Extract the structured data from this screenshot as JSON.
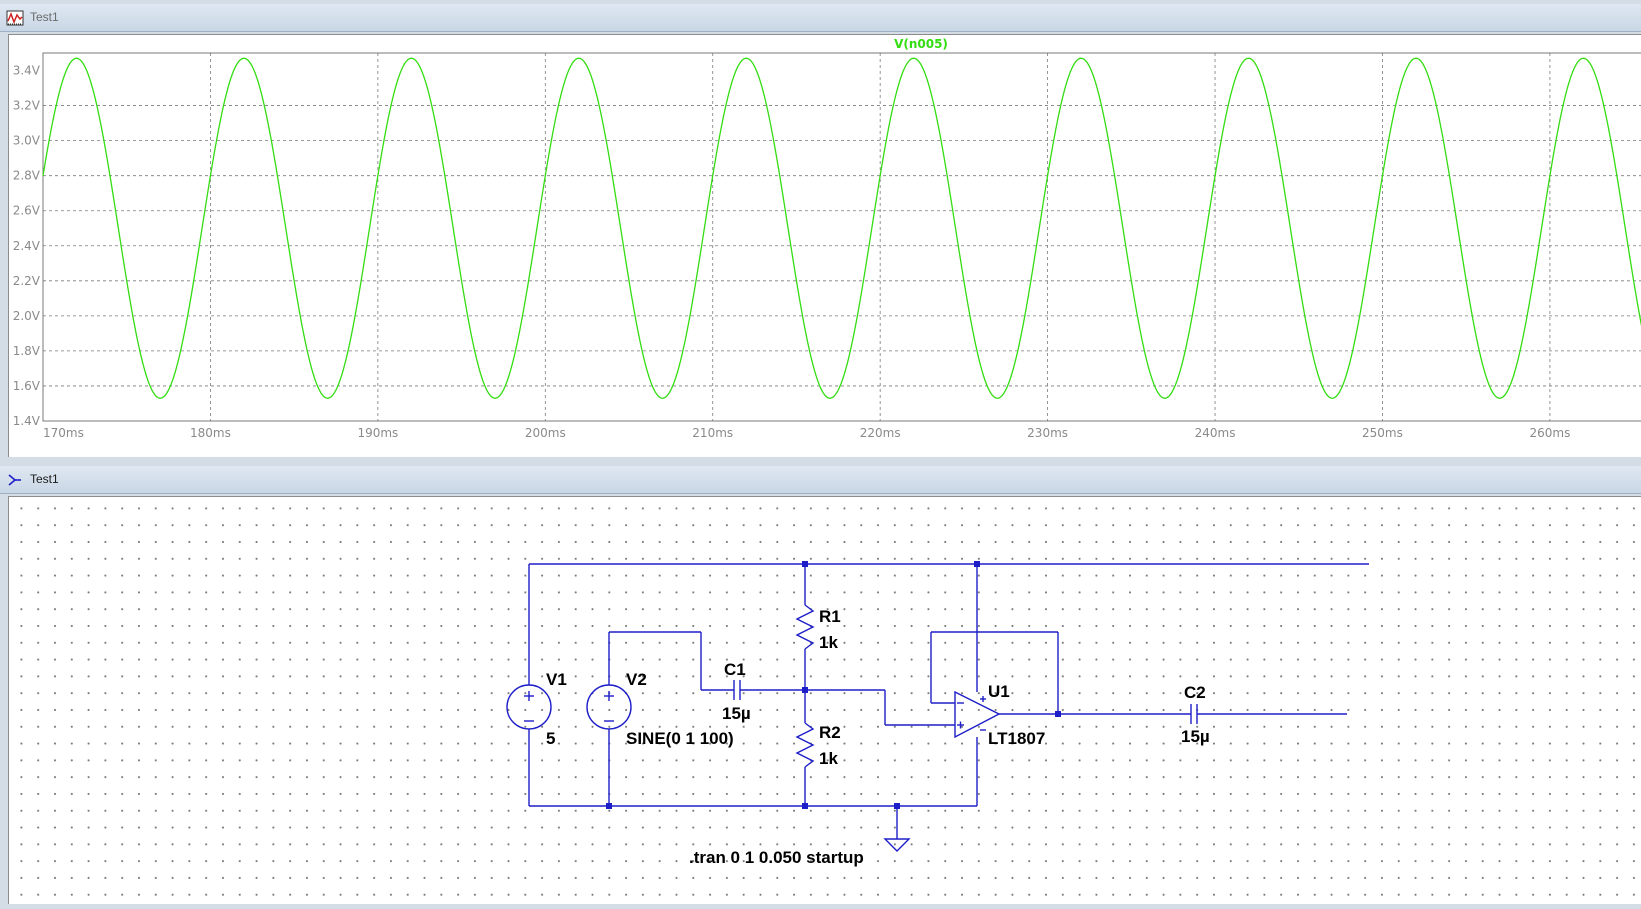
{
  "plot_window": {
    "title": "Test1",
    "icon": "waveform-plot-icon",
    "trace_name": "V(n005)",
    "trace_color": "#33dd11",
    "y_ticks": [
      "3.4V",
      "3.2V",
      "3.0V",
      "2.8V",
      "2.6V",
      "2.4V",
      "2.2V",
      "2.0V",
      "1.8V",
      "1.6V",
      "1.4V"
    ],
    "x_ticks": [
      "170ms",
      "180ms",
      "190ms",
      "200ms",
      "210ms",
      "220ms",
      "230ms",
      "240ms",
      "250ms",
      "260ms"
    ]
  },
  "chart_data": {
    "type": "line",
    "series": [
      {
        "name": "V(n005)",
        "function": "sine",
        "offset_v": 2.5,
        "amplitude_v": 0.97,
        "frequency_hz": 100,
        "peak_times_ms": [
          172,
          182,
          192,
          202,
          212,
          222,
          232,
          242,
          252,
          262
        ]
      }
    ],
    "xlim_ms": [
      170,
      265.5
    ],
    "ylim_v": [
      1.4,
      3.5
    ],
    "grid": true
  },
  "schematic_window": {
    "title": "Test1",
    "icon": "schematic-icon",
    "components": {
      "v1": {
        "name": "V1",
        "value": "5"
      },
      "v2": {
        "name": "V2",
        "value": "SINE(0 1 100)"
      },
      "c1": {
        "name": "C1",
        "value": "15µ"
      },
      "r1": {
        "name": "R1",
        "value": "1k"
      },
      "r2": {
        "name": "R2",
        "value": "1k"
      },
      "u1": {
        "name": "U1",
        "value": "LT1807"
      },
      "c2": {
        "name": "C2",
        "value": "15µ"
      }
    },
    "directive": ".tran 0 1 0.050 startup",
    "wire_color": "#1e1ec8"
  }
}
